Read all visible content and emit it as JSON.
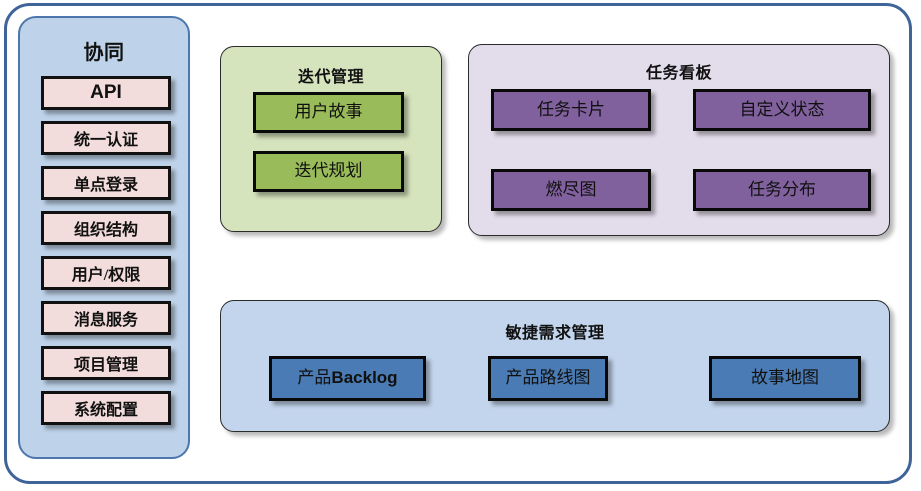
{
  "diagram": {
    "sidebar": {
      "title": "协同",
      "items": [
        {
          "label": "API",
          "script": "latin"
        },
        {
          "label": "统一认证",
          "script": "han"
        },
        {
          "label": "单点登录",
          "script": "han"
        },
        {
          "label": "组织结构",
          "script": "han"
        },
        {
          "label": "用户/权限",
          "script": "han"
        },
        {
          "label": "消息服务",
          "script": "han"
        },
        {
          "label": "项目管理",
          "script": "han"
        },
        {
          "label": "系统配置",
          "script": "han"
        }
      ],
      "colors": {
        "fill": "#bed3ea",
        "border": "#4d76ad",
        "item_fill": "#f3dcdc"
      }
    },
    "panels": [
      {
        "id": "iteration",
        "title": "迭代管理",
        "colors": {
          "fill": "#d6e4bd",
          "tile_fill": "#99bb5a"
        },
        "tiles": [
          {
            "label": "用户故事"
          },
          {
            "label": "迭代规划"
          }
        ]
      },
      {
        "id": "taskboard",
        "title": "任务看板",
        "colors": {
          "fill": "#e3dcea",
          "tile_fill": "#81609e"
        },
        "tiles": [
          {
            "label": "任务卡片"
          },
          {
            "label": "自定义状态"
          },
          {
            "label": "燃尽图"
          },
          {
            "label": "任务分布"
          }
        ]
      },
      {
        "id": "agile",
        "title": "敏捷需求管理",
        "colors": {
          "fill": "#c3d5ed",
          "tile_fill": "#4a7bb4"
        },
        "tiles": [
          {
            "label": "产品Backlog",
            "prefix": "产品",
            "latin": "Backlog"
          },
          {
            "label": "产品路线图"
          },
          {
            "label": "故事地图"
          }
        ]
      }
    ],
    "frame": {
      "border_color": "#3f6498"
    }
  }
}
